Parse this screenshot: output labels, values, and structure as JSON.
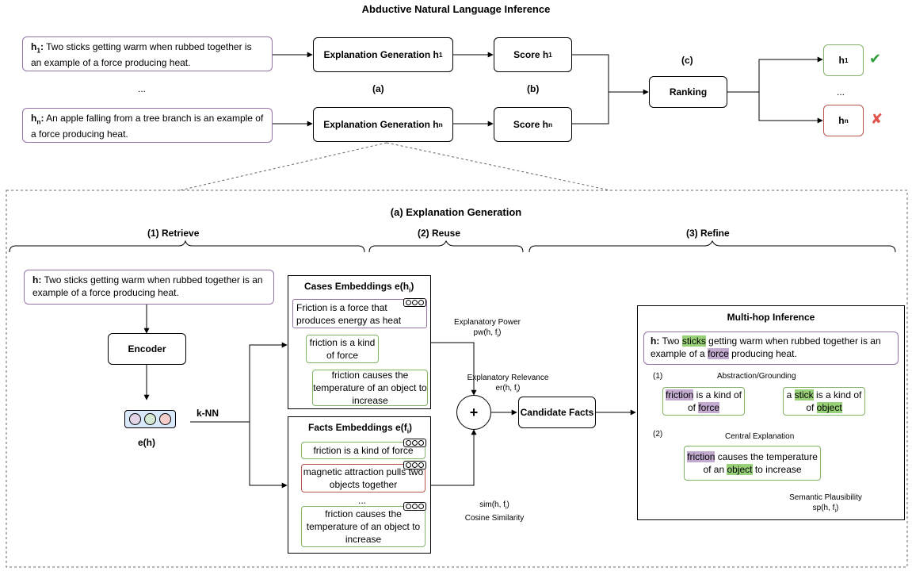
{
  "top": {
    "title": "Abductive Natural Language Inference",
    "h1": {
      "prefix": "h",
      "sub": "1",
      "text": "Two sticks getting warm when rubbed together is an example of a force producing heat."
    },
    "hn": {
      "prefix": "h",
      "sub": "n",
      "text": "An apple falling from a tree branch is an example of a force producing heat."
    },
    "ellipsis_left": "...",
    "ellipsis_right": "...",
    "expl_gen_label": "Explanation Generation h",
    "score_label": "Score h",
    "sub1": "1",
    "subn": "n",
    "label_a": "(a)",
    "label_b": "(b)",
    "label_c": "(c)",
    "ranking": "Ranking",
    "result_h": "h",
    "check_icon": "✔",
    "cross_icon": "✘"
  },
  "lower": {
    "title": "(a) Explanation Generation",
    "stage1": "(1) Retrieve",
    "stage2": "(2) Reuse",
    "stage3": "(3) Refine",
    "h_prefix": "h:",
    "h_text": "Two sticks getting warm when rubbed together is an example of a force producing heat.",
    "encoder": "Encoder",
    "eh": "e(h)",
    "knn": "k-NN",
    "cases_title": "Cases Embeddings e(h",
    "cases_sub": "i",
    "case_main": "Friction is a force that produces energy as heat",
    "case_a": "friction is a kind of force",
    "case_b": "friction causes the temperature of an object to increase",
    "facts_title": "Facts Embeddings e(f",
    "facts_sub": "i",
    "fact1": "friction is a kind of force",
    "fact2": "magnetic attraction pulls two objects together",
    "fact_dots": "...",
    "fact3": "friction causes the temperature of an object to increase",
    "plus": "+",
    "pw_name": "Explanatory Power",
    "pw_formula": "pw(h, f",
    "er_name": "Explanatory Relevance",
    "er_formula": "er(h, f",
    "sim_formula": "sim(h, f",
    "sim_name": "Cosine Similarity",
    "subscript_i": "i",
    "close_paren": ")",
    "candidate": "Candidate Facts",
    "mh_title": "Multi-hop Inference",
    "mh_h_prefix": "h:",
    "mh_h_w1": "Two",
    "mh_h_sticks": "sticks",
    "mh_h_w2": "getting warm when rubbed together is an example of a",
    "mh_h_force": "force",
    "mh_h_w3": "producing heat.",
    "abs_num": "(1)",
    "abs_title": "Abstraction/Grounding",
    "f1_friction": "friction",
    "f1_rest1": "is a kind of",
    "f1_force": "force",
    "f2_a": "a",
    "f2_stick": "stick",
    "f2_rest": "is a kind of",
    "f2_object": "object",
    "ce_num": "(2)",
    "ce_title": "Central Explanation",
    "f3_friction": "friction",
    "f3_rest1": "causes the temperature of an",
    "f3_object": "object",
    "f3_rest2": "to increase",
    "sp_name": "Semantic Plausibility",
    "sp_formula": "sp(h, f"
  },
  "colors": {
    "purple": "#9673a6",
    "green": "#82b366",
    "red": "#b85450",
    "check": "#2e9e3a",
    "cross": "#e0524a",
    "embedding_bg": "#dae8fc"
  }
}
